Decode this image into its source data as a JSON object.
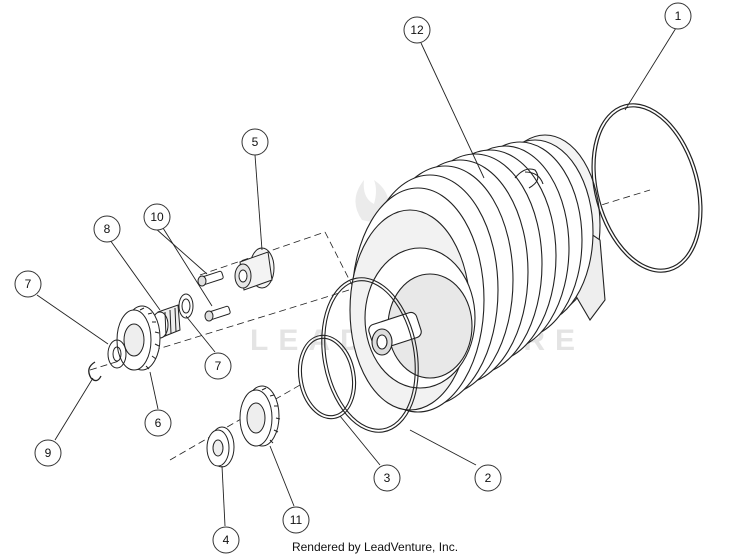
{
  "callouts": {
    "c1": "1",
    "c2": "2",
    "c3": "3",
    "c4": "4",
    "c5": "5",
    "c6": "6",
    "c7a": "7",
    "c7b": "7",
    "c8": "8",
    "c9": "9",
    "c10": "10",
    "c11": "11",
    "c12": "12"
  },
  "watermark": "LEADVENTURE",
  "footer": "Rendered by LeadVenture, Inc."
}
